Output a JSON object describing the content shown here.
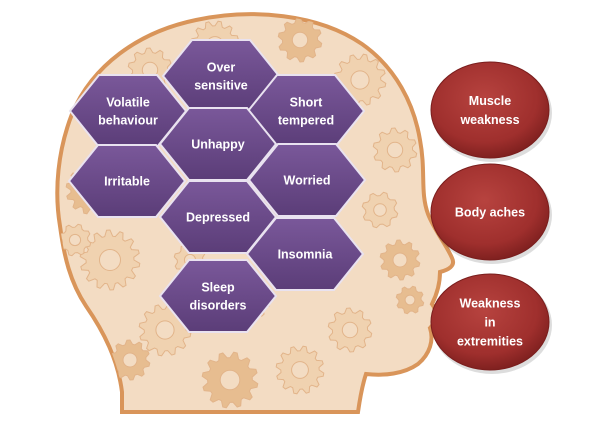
{
  "colors": {
    "head_fill": "#f3dcc3",
    "head_outline": "#d9955a",
    "gear": "#f0d2b0",
    "gear_dark": "#e7bd90",
    "hex_fill": "#6a4a86",
    "hex_stroke": "#e9e2f0",
    "circle_fill": "#9f2f2d",
    "circle_edge": "#7a1e1d"
  },
  "hexagons": [
    {
      "id": "over-sensitive",
      "lines": [
        "Over",
        "sensitive"
      ]
    },
    {
      "id": "volatile-behaviour",
      "lines": [
        "Volatile",
        "behaviour"
      ]
    },
    {
      "id": "short-tempered",
      "lines": [
        "Short",
        "tempered"
      ]
    },
    {
      "id": "unhappy",
      "lines": [
        "Unhappy"
      ]
    },
    {
      "id": "irritable",
      "lines": [
        "Irritable"
      ]
    },
    {
      "id": "worried",
      "lines": [
        "Worried"
      ]
    },
    {
      "id": "depressed",
      "lines": [
        "Depressed"
      ]
    },
    {
      "id": "insomnia",
      "lines": [
        "Insomnia"
      ]
    },
    {
      "id": "sleep-disorders",
      "lines": [
        "Sleep",
        "disorders"
      ]
    }
  ],
  "circles": [
    {
      "id": "muscle-weakness",
      "lines": [
        "Muscle",
        "weakness"
      ]
    },
    {
      "id": "body-aches",
      "lines": [
        "Body aches"
      ]
    },
    {
      "id": "weakness-in-extremities",
      "lines": [
        "Weakness",
        "in",
        "extremities"
      ]
    }
  ]
}
